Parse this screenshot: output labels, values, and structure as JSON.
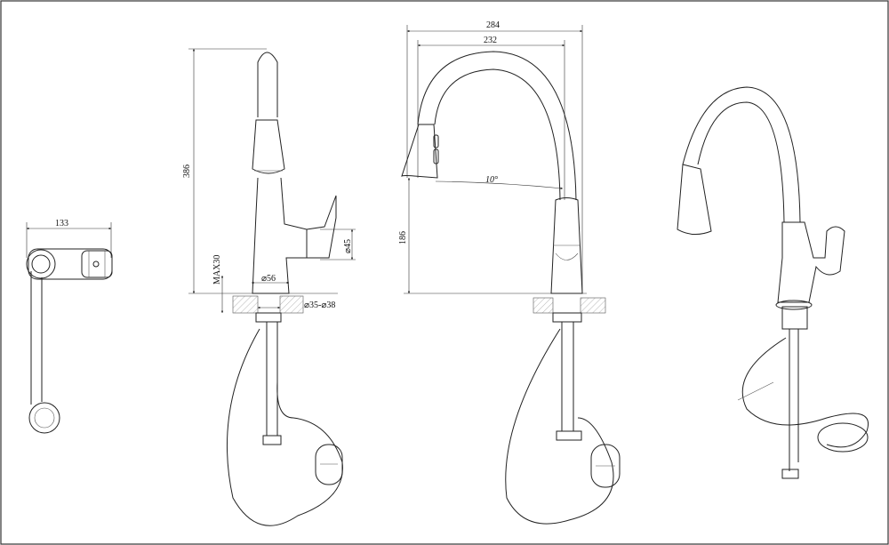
{
  "drawing": {
    "views": [
      "top-view",
      "side-view",
      "front-view",
      "perspective-view"
    ],
    "dimensions": {
      "top_width": "133",
      "total_height": "386",
      "max_deck_thickness": "MAX30",
      "base_diameter": "⌀56",
      "hole_diameter": "⌀35-⌀38",
      "handle_diameter": "⌀45",
      "overall_reach": "284",
      "spout_reach": "232",
      "spray_angle": "10°",
      "spout_height": "186"
    }
  }
}
